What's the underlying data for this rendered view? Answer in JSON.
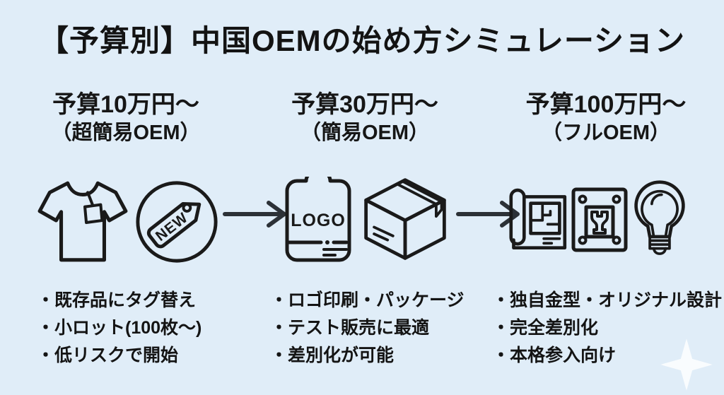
{
  "title": "【予算別】中国OEMの始め方シミュレーション",
  "colors": {
    "background": "#e0edf8",
    "text": "#141414",
    "icon_stroke": "#1a1a1a",
    "arrow": "#2c3137",
    "sparkle": "#ffffff"
  },
  "columns": [
    {
      "budget": "予算10万円〜",
      "label": "（超簡易OEM）",
      "icons": [
        "tshirt-with-tag-icon",
        "new-price-tag-icon"
      ],
      "bullets": [
        "・既存品にタグ替え",
        "・小ロット(100枚〜)",
        "・低リスクで開始"
      ]
    },
    {
      "budget": "予算30万円〜",
      "label": "（簡易OEM）",
      "icons": [
        "logo-label-icon",
        "shipping-box-icon"
      ],
      "bullets": [
        "・ロゴ印刷・パッケージ",
        "・テスト販売に最適",
        "・差別化が可能"
      ]
    },
    {
      "budget": "予算100万円〜",
      "label": "（フルOEM）",
      "icons": [
        "blueprint-icon",
        "mold-plate-icon",
        "lightbulb-icon"
      ],
      "bullets": [
        "・独自金型・オリジナル設計",
        "・完全差別化",
        "・本格参入向け"
      ]
    }
  ],
  "icon_text": {
    "new_tag": "NEW",
    "logo_patch": "LOGO"
  }
}
